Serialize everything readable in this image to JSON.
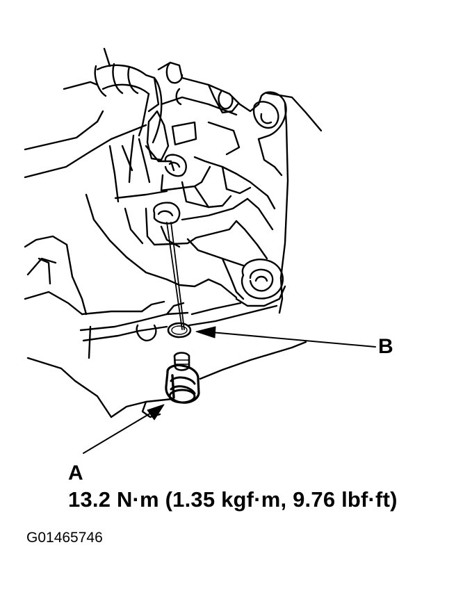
{
  "callouts": {
    "a": "A",
    "b": "B"
  },
  "torque_spec": "13.2 N·m (1.35 kgf·m, 9.76 lbf·ft)",
  "figure_id": "G01465746",
  "colors": {
    "ink": "#000000",
    "paper": "#ffffff"
  }
}
